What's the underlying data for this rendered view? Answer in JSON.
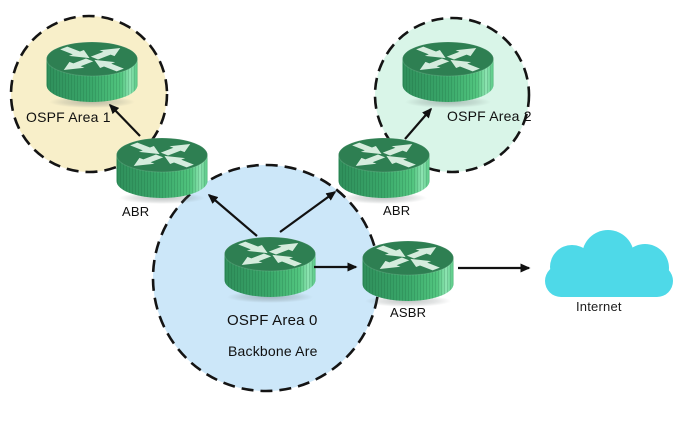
{
  "diagram": {
    "type": "ospf-network-topology",
    "areas": [
      {
        "label": "OSPF Area 1",
        "fill": "#f8efc9"
      },
      {
        "label": "OSPF Area 2",
        "fill": "#d9f5e8"
      },
      {
        "label": "OSPF Area 0",
        "sublabel": "Backbone Are",
        "fill": "#cce7f9"
      }
    ],
    "routers": [
      {
        "role": "internal-router-area1",
        "label": ""
      },
      {
        "role": "internal-router-area2",
        "label": ""
      },
      {
        "role": "area-border-router-left",
        "label": "ABR"
      },
      {
        "role": "area-border-router-right",
        "label": "ABR"
      },
      {
        "role": "backbone-router",
        "label": ""
      },
      {
        "role": "autonomous-system-boundary-router",
        "label": "ASBR"
      }
    ],
    "cloud": {
      "label": "Internet",
      "fill": "#4ed9e8"
    },
    "connections": [
      {
        "from": "abr-left",
        "to": "router-area1"
      },
      {
        "from": "abr-right",
        "to": "router-area2"
      },
      {
        "from": "backbone-router",
        "to": "abr-left"
      },
      {
        "from": "backbone-router",
        "to": "abr-right"
      },
      {
        "from": "backbone-router",
        "to": "asbr"
      },
      {
        "from": "asbr",
        "to": "internet-cloud"
      }
    ],
    "colors": {
      "router_top": "#2e7f52",
      "router_body_dark": "#2f9560",
      "router_body_light": "#57c783",
      "router_highlight": "#8ee4b2",
      "router_arrow_glyph": "#d5ecdd",
      "boundary_stroke": "#141414",
      "connection_line": "#111111",
      "text": "#101010"
    }
  }
}
